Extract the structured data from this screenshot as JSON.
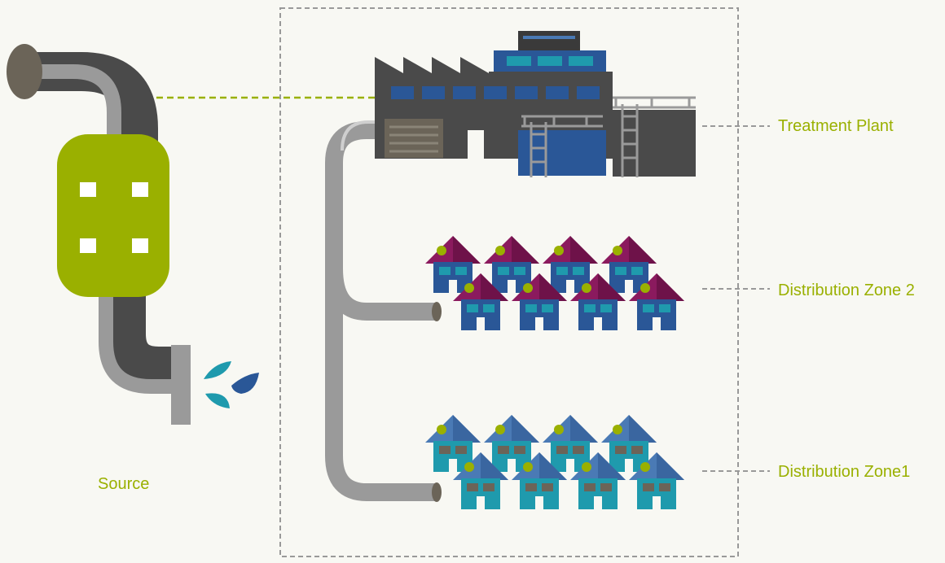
{
  "labels": {
    "source": "Source",
    "treatment_plant": "Treatment Plant",
    "distribution_zone_2": "Distribution Zone 2",
    "distribution_zone_1": "Distribution Zone1"
  },
  "colors": {
    "background": "#f8f8f3",
    "label_text": "#9ab000",
    "accent_green": "#9ab000",
    "pipe_dark": "#4a4a4a",
    "pipe_light": "#9a9a9a",
    "zone2_roof": "#8b1a5e",
    "zone2_body": "#2a5797",
    "zone1_roof": "#4a7ab5",
    "zone1_body": "#1f9aad",
    "water_drop": "#1f9aad",
    "water_drop_dark": "#2a5797",
    "dashed_line": "#999999"
  },
  "icons": {
    "source_tank": "tank-icon",
    "treatment_plant": "factory-icon",
    "zone_houses": "house-icon",
    "water": "water-drop-icon"
  }
}
